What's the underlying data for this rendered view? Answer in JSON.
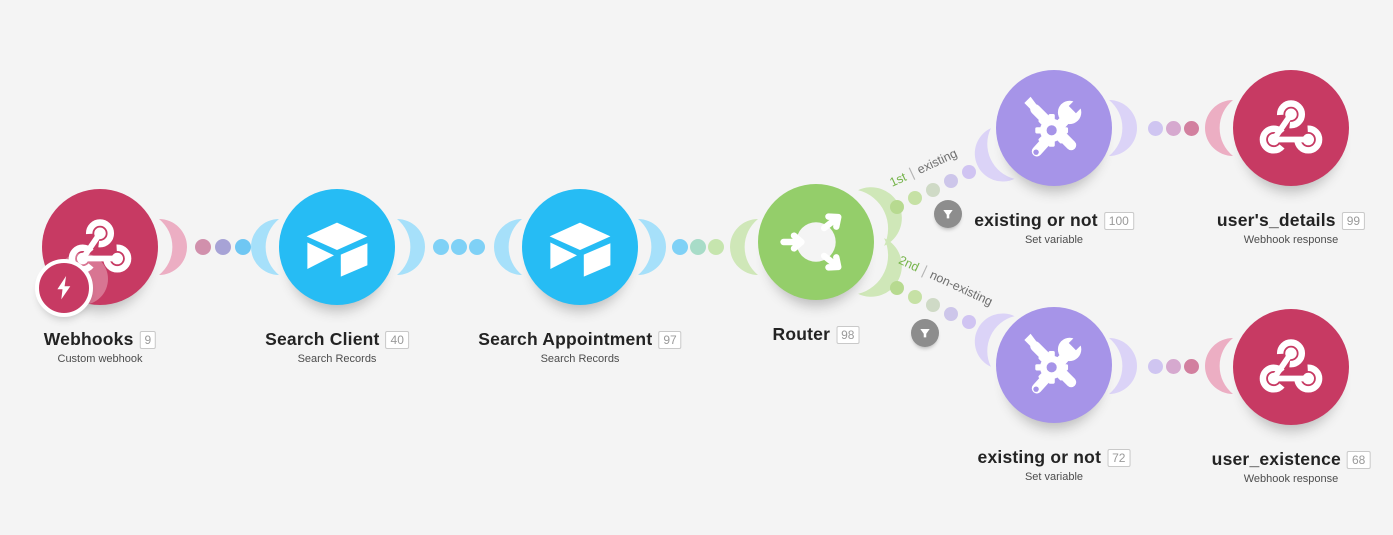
{
  "app": "visual-scenario-editor",
  "palette": {
    "background": "#f4f4f4",
    "webhook_node": "#c73a63",
    "airtable_node": "#26bcf4",
    "router_node": "#94ce6a",
    "tools_node": "#a694e8",
    "filter_icon_bg": "#8d8d8d",
    "route_label_green": "#76b44b",
    "connector_pink": "#ecaec3",
    "connector_blue": "#a6e0fa",
    "connector_green": "#cfe7b8",
    "connector_purple": "#dbd3f7"
  },
  "scenario": {
    "modules": [
      {
        "name": "Webhooks",
        "badge": "9",
        "subtitle": "Custom webhook",
        "app_icon": "webhook"
      },
      {
        "name": "Search Client",
        "badge": "40",
        "subtitle": "Search Records",
        "app_icon": "airtable"
      },
      {
        "name": "Search Appointment",
        "badge": "97",
        "subtitle": "Search Records",
        "app_icon": "airtable"
      },
      {
        "name": "Router",
        "badge": "98",
        "subtitle": "",
        "app_icon": "router"
      },
      {
        "name": "existing or not",
        "badge": "100",
        "subtitle": "Set variable",
        "app_icon": "tools"
      },
      {
        "name": "user's_details",
        "badge": "99",
        "subtitle": "Webhook response",
        "app_icon": "webhook"
      },
      {
        "name": "existing or not",
        "badge": "72",
        "subtitle": "Set variable",
        "app_icon": "tools"
      },
      {
        "name": "user_existence",
        "badge": "68",
        "subtitle": "Webhook response",
        "app_icon": "webhook"
      }
    ],
    "routes": [
      {
        "order": "1st",
        "separator": "|",
        "name": "existing"
      },
      {
        "order": "2nd",
        "separator": "|",
        "name": "non-existing"
      }
    ]
  }
}
